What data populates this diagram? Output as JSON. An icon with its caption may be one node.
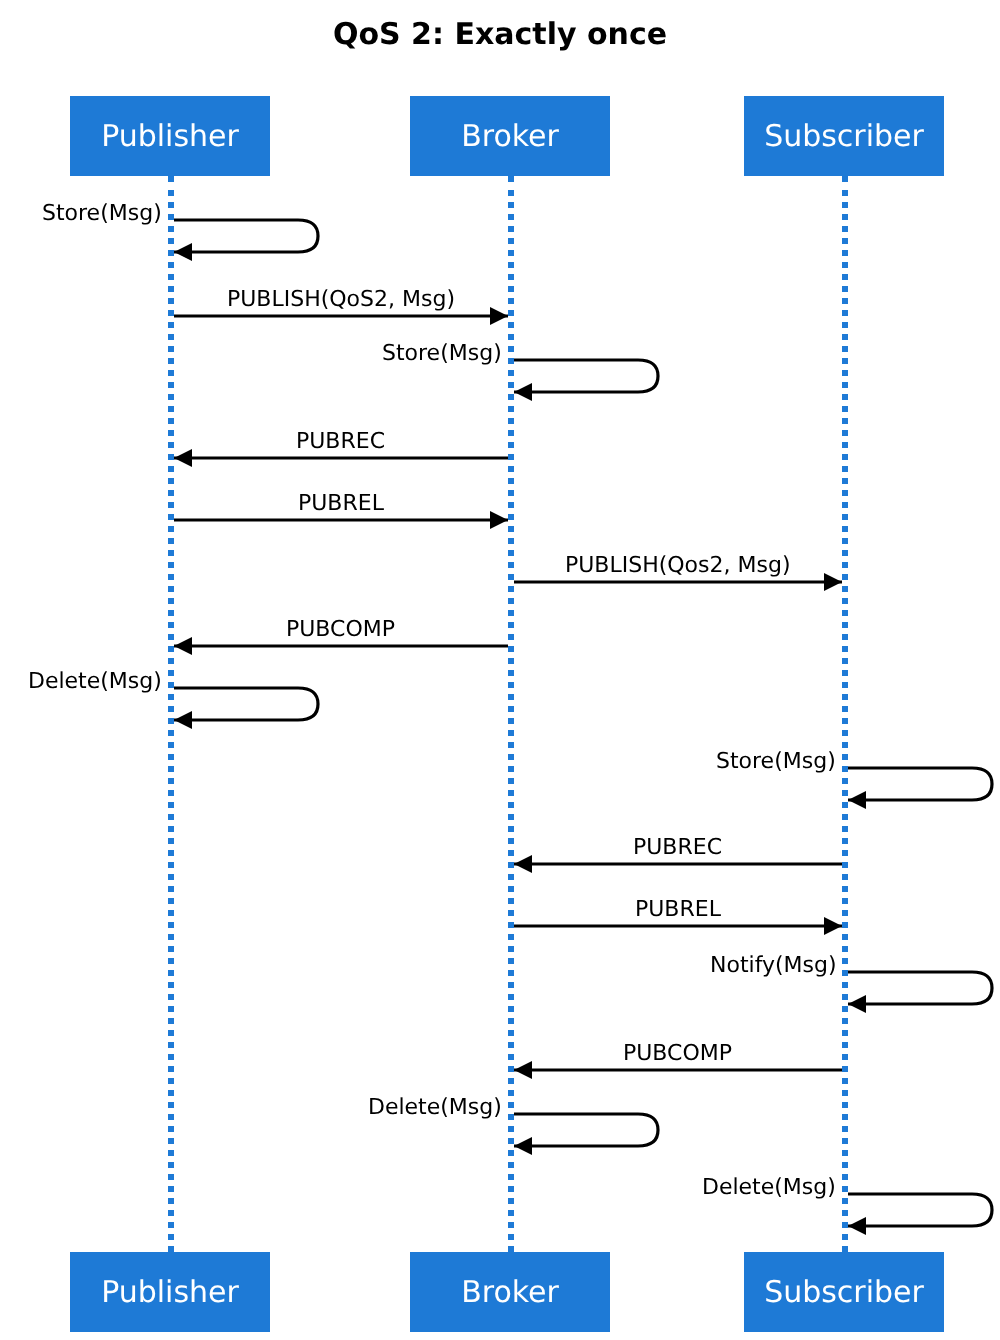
{
  "diagram": {
    "title": "QoS 2: Exactly once",
    "nodes": [
      {
        "text": [
          "Publisher"
        ]
      },
      {
        "text": [
          "Broker"
        ]
      },
      {
        "text": [
          "Subscriber"
        ]
      },
      {
        "text": [],
        "shape": "bar"
      },
      {
        "text": [],
        "shape": "bar"
      },
      {
        "text": [],
        "shape": "bar"
      },
      {
        "text": [
          "Publisher"
        ]
      },
      {
        "text": [
          "Broker"
        ]
      },
      {
        "text": [
          "Subscriber"
        ]
      }
    ],
    "edges": [
      {
        "from": 3,
        "to": 3,
        "arrow": "to",
        "label": "Store(Msg)"
      },
      {
        "from": 3,
        "to": 4,
        "arrow": "to",
        "label": "PUBLISH(QoS2, Msg)"
      },
      {
        "from": 4,
        "to": 4,
        "arrow": "to",
        "label": "Store(Msg)"
      },
      {
        "from": 4,
        "to": 3,
        "arrow": "to",
        "label": "PUBREC"
      },
      {
        "from": 3,
        "to": 4,
        "arrow": "to",
        "label": "PUBREL"
      },
      {
        "from": 4,
        "to": 5,
        "arrow": "to",
        "label": "PUBLISH(Qos2, Msg)"
      },
      {
        "from": 4,
        "to": 3,
        "arrow": "to",
        "label": "PUBCOMP"
      },
      {
        "from": 3,
        "to": 3,
        "arrow": "to",
        "label": "Delete(Msg)"
      },
      {
        "from": 5,
        "to": 5,
        "arrow": "to",
        "label": "Store(Msg)"
      },
      {
        "from": 5,
        "to": 4,
        "arrow": "to",
        "label": "PUBREC"
      },
      {
        "from": 4,
        "to": 5,
        "arrow": "to",
        "label": "PUBREL"
      },
      {
        "from": 5,
        "to": 5,
        "arrow": "to",
        "label": "Notify(Msg)"
      },
      {
        "from": 5,
        "to": 4,
        "arrow": "to",
        "label": "PUBCOMP"
      },
      {
        "from": 4,
        "to": 4,
        "arrow": "to",
        "label": "Delete(Msg)"
      },
      {
        "from": 5,
        "to": 5,
        "arrow": "to",
        "label": "Delete(Msg)"
      }
    ]
  }
}
